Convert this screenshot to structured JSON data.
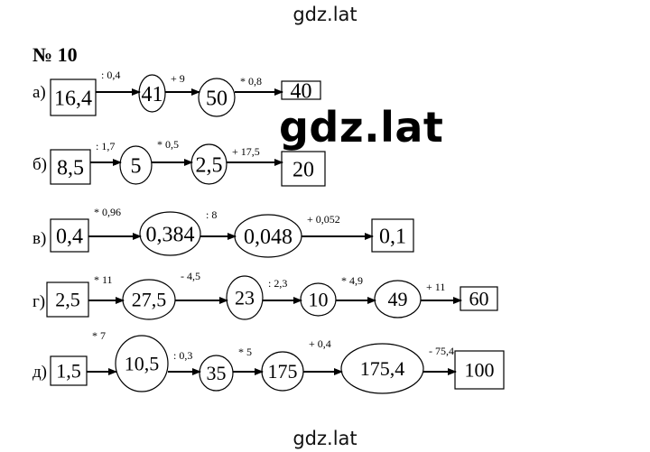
{
  "watermark": {
    "top": "gdz.lat",
    "center": "gdz.lat",
    "bottom": "gdz.lat"
  },
  "problem_number": "№ 10",
  "chains": [
    {
      "label": "а)",
      "start": "16,4",
      "steps": [
        {
          "op": ": 0,4",
          "value": "41",
          "shape": "ellipse"
        },
        {
          "op": "+ 9",
          "value": "50",
          "shape": "ellipse"
        },
        {
          "op": "* 0,8",
          "value": "40",
          "shape": "box"
        }
      ]
    },
    {
      "label": "б)",
      "start": "8,5",
      "steps": [
        {
          "op": ": 1,7",
          "value": "5",
          "shape": "ellipse"
        },
        {
          "op": "* 0,5",
          "value": "2,5",
          "shape": "ellipse"
        },
        {
          "op": "+ 17,5",
          "value": "20",
          "shape": "box"
        }
      ]
    },
    {
      "label": "в)",
      "start": "0,4",
      "steps": [
        {
          "op": "* 0,96",
          "value": "0,384",
          "shape": "ellipse"
        },
        {
          "op": ": 8",
          "value": "0,048",
          "shape": "ellipse"
        },
        {
          "op": "+ 0,052",
          "value": "0,1",
          "shape": "box"
        }
      ]
    },
    {
      "label": "г)",
      "start": "2,5",
      "steps": [
        {
          "op": "* 11",
          "value": "27,5",
          "shape": "ellipse"
        },
        {
          "op": "- 4,5",
          "value": "23",
          "shape": "ellipse"
        },
        {
          "op": ": 2,3",
          "value": "10",
          "shape": "ellipse"
        },
        {
          "op": "* 4,9",
          "value": "49",
          "shape": "ellipse"
        },
        {
          "op": "+ 11",
          "value": "60",
          "shape": "box"
        }
      ]
    },
    {
      "label": "д)",
      "start": "1,5",
      "steps": [
        {
          "op": "* 7",
          "value": "10,5",
          "shape": "ellipse"
        },
        {
          "op": ": 0,3",
          "value": "35",
          "shape": "ellipse"
        },
        {
          "op": "* 5",
          "value": "175",
          "shape": "ellipse"
        },
        {
          "op": "+ 0,4",
          "value": "175,4",
          "shape": "ellipse"
        },
        {
          "op": "- 75,4",
          "value": "100",
          "shape": "box"
        }
      ]
    }
  ]
}
